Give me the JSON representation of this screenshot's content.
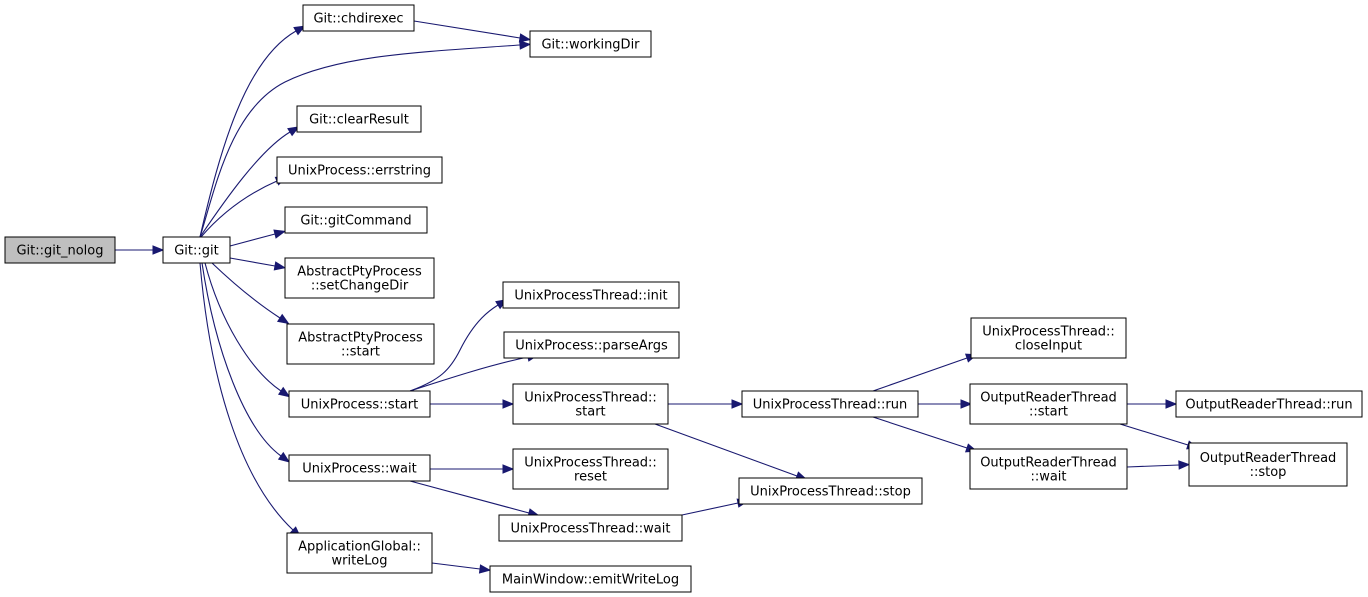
{
  "graph": {
    "colors": {
      "edge": "#191970",
      "node_border": "#000000",
      "root_fill": "#bfbfbf",
      "node_fill": "#ffffff"
    },
    "nodes": [
      {
        "id": "n0",
        "lines": [
          "Git::git_nolog"
        ],
        "root": true
      },
      {
        "id": "n1",
        "lines": [
          "Git::git"
        ]
      },
      {
        "id": "n2",
        "lines": [
          "Git::chdirexec"
        ]
      },
      {
        "id": "n3",
        "lines": [
          "Git::workingDir"
        ]
      },
      {
        "id": "n4",
        "lines": [
          "Git::clearResult"
        ]
      },
      {
        "id": "n5",
        "lines": [
          "UnixProcess::errstring"
        ]
      },
      {
        "id": "n6",
        "lines": [
          "Git::gitCommand"
        ]
      },
      {
        "id": "n7",
        "lines": [
          "AbstractPtyProcess",
          "::setChangeDir"
        ]
      },
      {
        "id": "n8",
        "lines": [
          "AbstractPtyProcess",
          "::start"
        ]
      },
      {
        "id": "n9",
        "lines": [
          "UnixProcess::start"
        ]
      },
      {
        "id": "n10",
        "lines": [
          "UnixProcess::wait"
        ]
      },
      {
        "id": "n11",
        "lines": [
          "ApplicationGlobal::",
          "writeLog"
        ]
      },
      {
        "id": "n12",
        "lines": [
          "UnixProcessThread::init"
        ]
      },
      {
        "id": "n13",
        "lines": [
          "UnixProcess::parseArgs"
        ]
      },
      {
        "id": "n14",
        "lines": [
          "UnixProcessThread::",
          "start"
        ]
      },
      {
        "id": "n15",
        "lines": [
          "UnixProcessThread::",
          "reset"
        ]
      },
      {
        "id": "n16",
        "lines": [
          "UnixProcessThread::wait"
        ]
      },
      {
        "id": "n17",
        "lines": [
          "MainWindow::emitWriteLog"
        ]
      },
      {
        "id": "n18",
        "lines": [
          "UnixProcessThread::run"
        ]
      },
      {
        "id": "n19",
        "lines": [
          "UnixProcessThread::stop"
        ]
      },
      {
        "id": "n20",
        "lines": [
          "UnixProcessThread::",
          "closeInput"
        ]
      },
      {
        "id": "n21",
        "lines": [
          "OutputReaderThread",
          "::start"
        ]
      },
      {
        "id": "n22",
        "lines": [
          "OutputReaderThread",
          "::wait"
        ]
      },
      {
        "id": "n23",
        "lines": [
          "OutputReaderThread::run"
        ]
      },
      {
        "id": "n24",
        "lines": [
          "OutputReaderThread",
          "::stop"
        ]
      }
    ],
    "edges": [
      [
        "n0",
        "n1"
      ],
      [
        "n1",
        "n2"
      ],
      [
        "n1",
        "n3"
      ],
      [
        "n2",
        "n3"
      ],
      [
        "n1",
        "n4"
      ],
      [
        "n1",
        "n5"
      ],
      [
        "n1",
        "n6"
      ],
      [
        "n1",
        "n7"
      ],
      [
        "n1",
        "n8"
      ],
      [
        "n1",
        "n9"
      ],
      [
        "n1",
        "n10"
      ],
      [
        "n1",
        "n11"
      ],
      [
        "n9",
        "n12"
      ],
      [
        "n9",
        "n13"
      ],
      [
        "n9",
        "n14"
      ],
      [
        "n10",
        "n15"
      ],
      [
        "n10",
        "n16"
      ],
      [
        "n11",
        "n17"
      ],
      [
        "n14",
        "n18"
      ],
      [
        "n14",
        "n19"
      ],
      [
        "n16",
        "n19"
      ],
      [
        "n18",
        "n20"
      ],
      [
        "n18",
        "n21"
      ],
      [
        "n18",
        "n22"
      ],
      [
        "n21",
        "n23"
      ],
      [
        "n21",
        "n24"
      ],
      [
        "n22",
        "n24"
      ]
    ]
  }
}
